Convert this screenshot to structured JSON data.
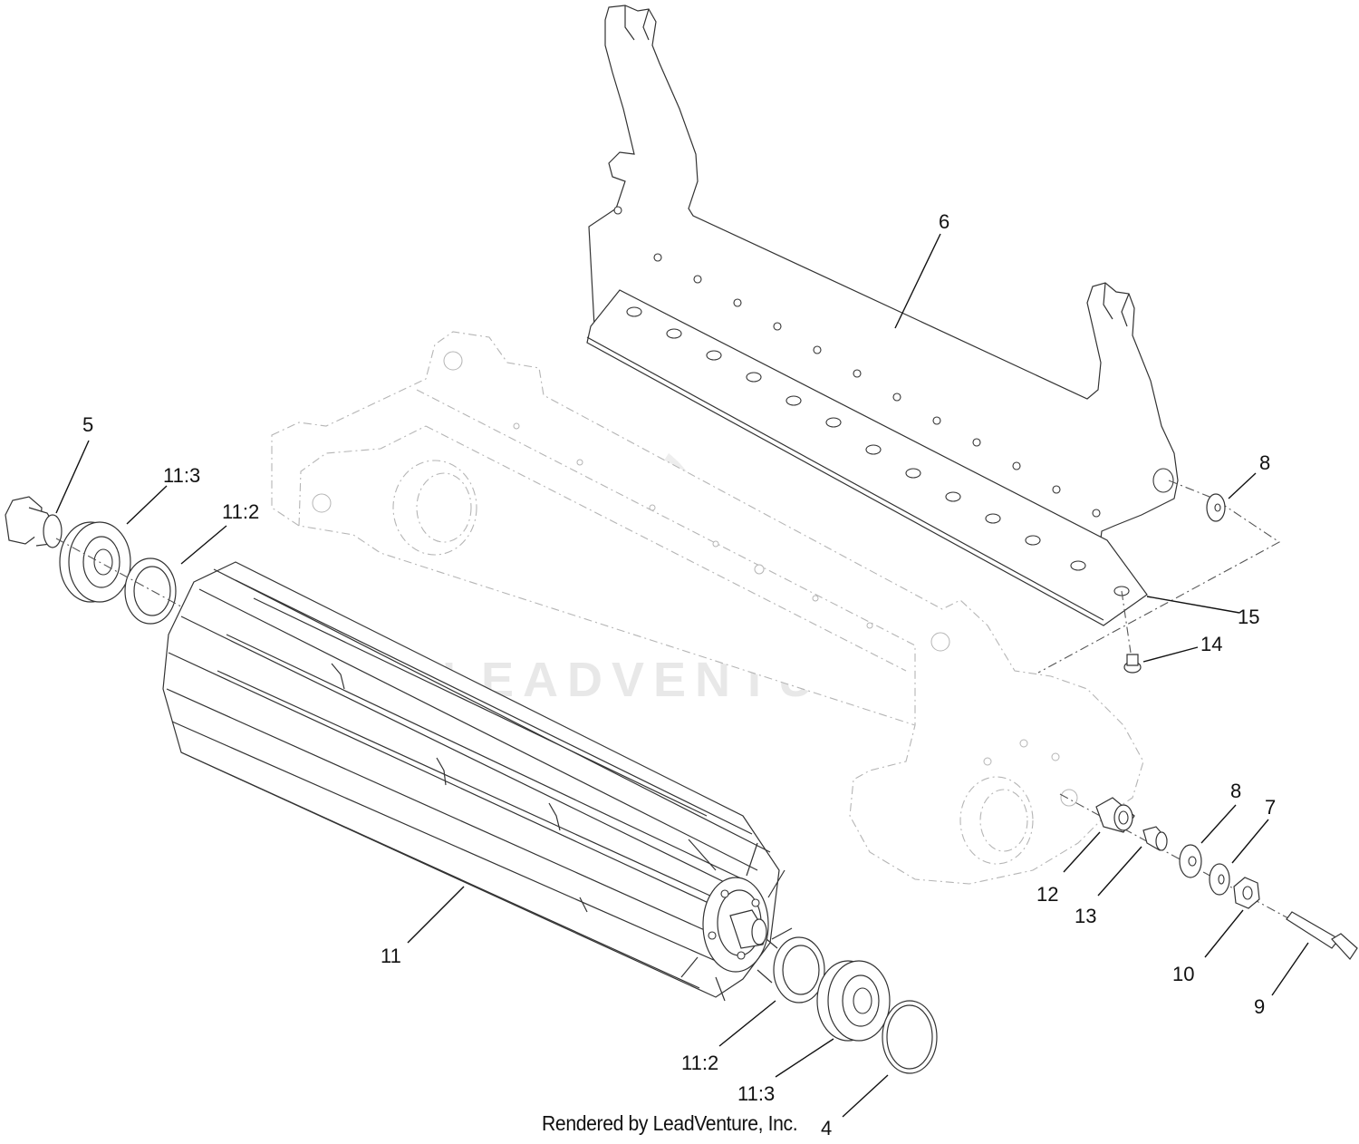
{
  "diagram": {
    "callouts": [
      {
        "id": "c6",
        "label": "6"
      },
      {
        "id": "c5",
        "label": "5"
      },
      {
        "id": "c11-3-top",
        "label": "11:3"
      },
      {
        "id": "c11-2-top",
        "label": "11:2"
      },
      {
        "id": "c8-top",
        "label": "8"
      },
      {
        "id": "c15",
        "label": "15"
      },
      {
        "id": "c14",
        "label": "14"
      },
      {
        "id": "c8-bottom",
        "label": "8"
      },
      {
        "id": "c7",
        "label": "7"
      },
      {
        "id": "c12",
        "label": "12"
      },
      {
        "id": "c13",
        "label": "13"
      },
      {
        "id": "c10",
        "label": "10"
      },
      {
        "id": "c9",
        "label": "9"
      },
      {
        "id": "c11",
        "label": "11"
      },
      {
        "id": "c11-2-bottom",
        "label": "11:2"
      },
      {
        "id": "c11-3-bottom",
        "label": "11:3"
      },
      {
        "id": "c4",
        "label": "4"
      }
    ],
    "credit": "Rendered by LeadVenture, Inc.",
    "watermark": "LEADVENTURE"
  }
}
